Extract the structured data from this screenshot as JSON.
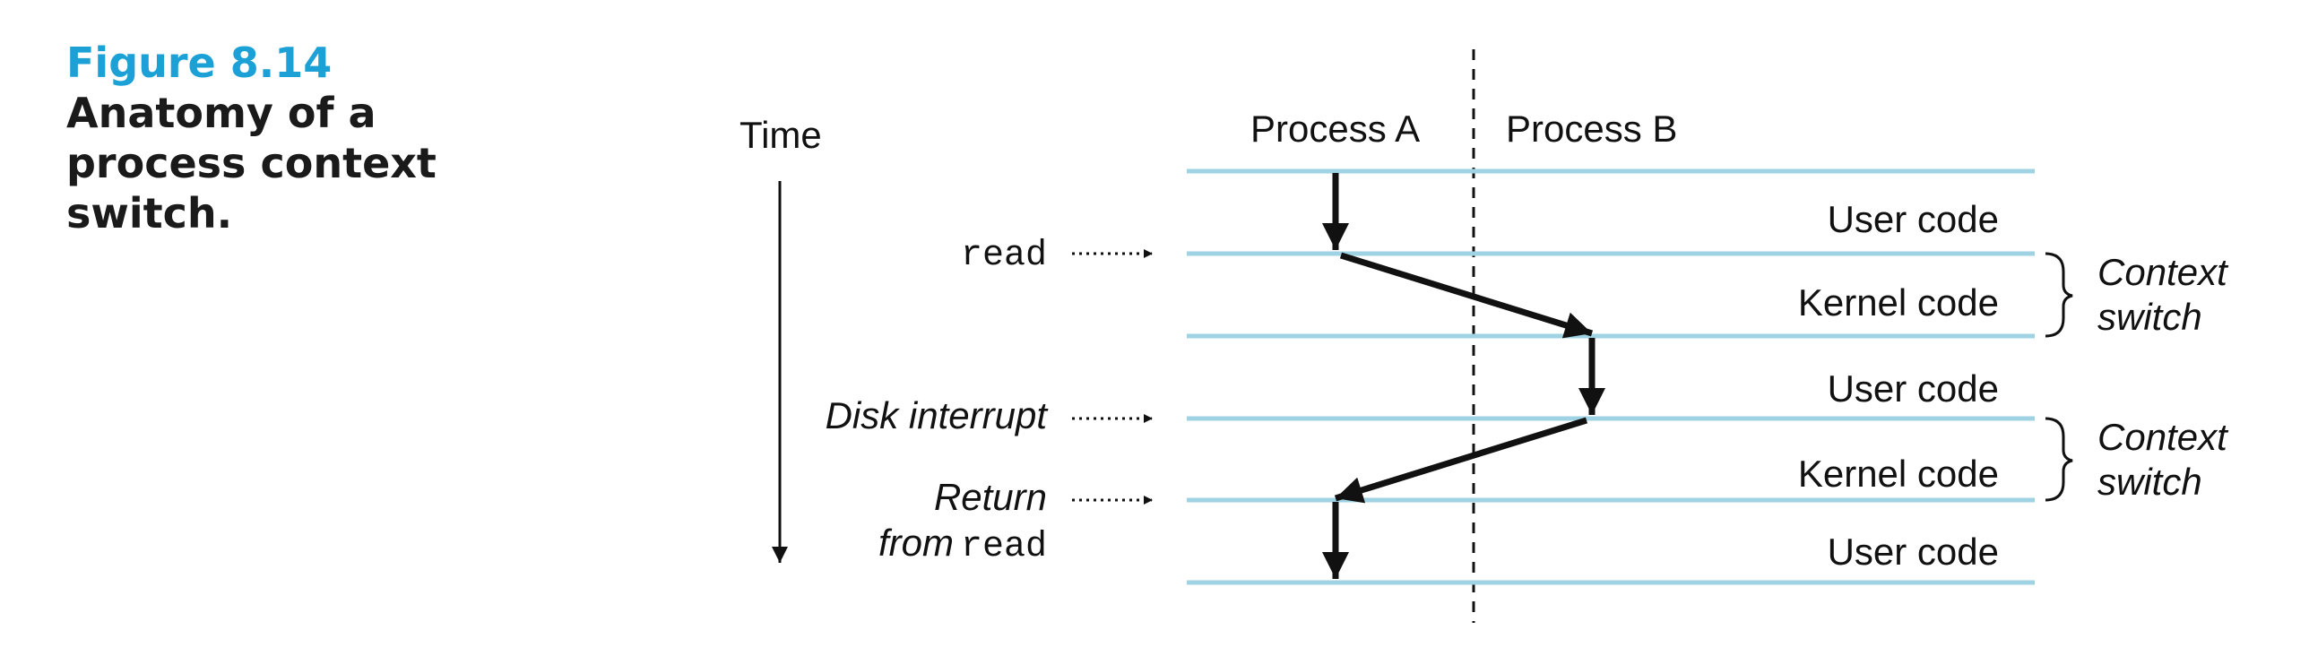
{
  "figure": {
    "number": "Figure 8.14",
    "title": "Anatomy of a process context switch."
  },
  "diagram": {
    "time_label": "Time",
    "columns": [
      "Process A",
      "Process B"
    ],
    "events": {
      "read": "read",
      "disk_interrupt": "Disk interrupt",
      "return_line1": "Return",
      "return_from": "from",
      "return_read": "read"
    },
    "segments": [
      "User code",
      "Kernel code",
      "User code",
      "Kernel code",
      "User code"
    ],
    "context_switch": {
      "line1": "Context",
      "line2": "switch"
    },
    "colors": {
      "timeline": "#9fd3e3",
      "caption_accent": "#1ba1d6",
      "arrow": "#111111"
    }
  }
}
